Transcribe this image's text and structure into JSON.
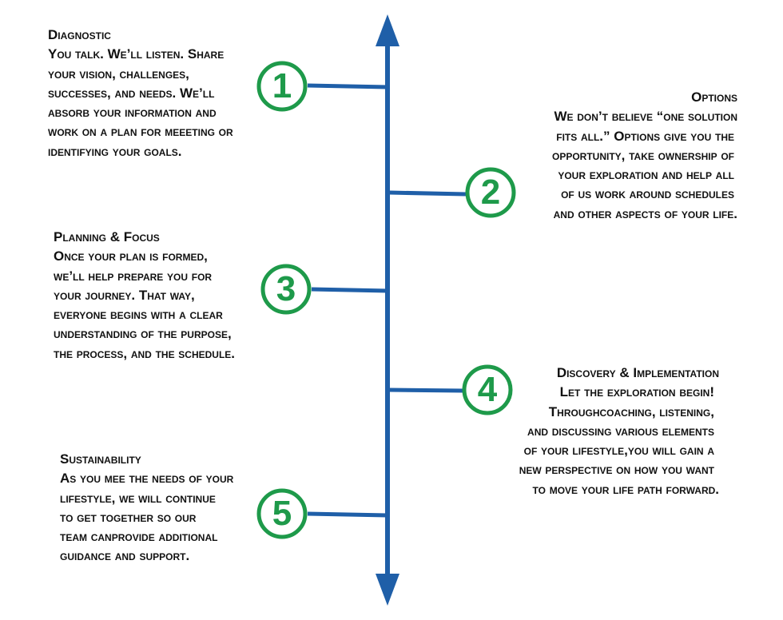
{
  "colors": {
    "axis": "#1f5fa8",
    "circle": "#1e9a4a",
    "text": "#111111"
  },
  "steps": [
    {
      "number": "1",
      "title": "Diagnostic",
      "lines": [
        "You talk. We’ll listen. Share",
        "your vision, challenges,",
        "successes, and needs. We’ll",
        "absorb your information and",
        "work on a plan for meeeting or",
        "identifying your goals."
      ]
    },
    {
      "number": "2",
      "title": "Options",
      "lines": [
        "We don’t believe “one solution",
        "fits all.” Options give you the",
        "opportunity, take ownership of",
        "your exploration and help all",
        "of us work around schedules",
        "and other aspects of your life."
      ]
    },
    {
      "number": "3",
      "title": "Planning & Focus",
      "lines": [
        "Once your plan is formed,",
        "we’ll help prepare you for",
        "your journey. That way,",
        "everyone begins with a clear",
        "understanding of the purpose,",
        "the process, and the schedule."
      ]
    },
    {
      "number": "4",
      "title": "Discovery & Implementation",
      "lines": [
        "Let the exploration begin!",
        "Throughcoaching, listening,",
        "and discussing various elements",
        "of your lifestyle,you will gain a",
        "new perspective on how you want",
        "to move your life path forward."
      ]
    },
    {
      "number": "5",
      "title": "Sustainability",
      "lines": [
        "As you mee the needs of your",
        "lifestyle, we will continue",
        "to get together so our",
        "team canprovide additional",
        "guidance and support."
      ]
    }
  ]
}
